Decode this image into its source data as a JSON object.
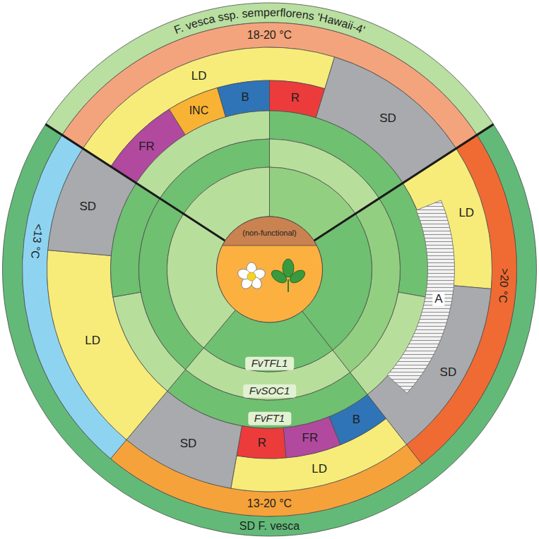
{
  "diagram": {
    "nodes": [
      {
        "text": [
          "F. vesca ssp. semperflorens 'Hawaii-4'"
        ]
      },
      {
        "text": [
          "SD F. vesca"
        ]
      },
      {
        "text": [
          "18-20 °C"
        ]
      },
      {
        "text": [
          ">20 °C"
        ]
      },
      {
        "text": [
          "13-20 °C"
        ]
      },
      {
        "text": [
          "<13 °C"
        ]
      },
      {
        "text": [
          "LD"
        ]
      },
      {
        "text": [
          "FR"
        ]
      },
      {
        "text": [
          "INC"
        ]
      },
      {
        "text": [
          "B"
        ]
      },
      {
        "text": [
          "R"
        ]
      },
      {
        "text": [
          "SD"
        ]
      },
      {
        "text": [
          "LD"
        ]
      },
      {
        "text": [
          "A"
        ]
      },
      {
        "text": [
          "SD"
        ]
      },
      {
        "text": [
          "LD"
        ]
      },
      {
        "text": [
          "B"
        ]
      },
      {
        "text": [
          "FR"
        ]
      },
      {
        "text": [
          "R"
        ]
      },
      {
        "text": [
          "SD"
        ]
      },
      {
        "text": [
          "SD"
        ]
      },
      {
        "text": [
          "LD"
        ]
      },
      {
        "text": [
          "(non-functional)"
        ]
      },
      {
        "text": [
          "FvTFL1"
        ]
      },
      {
        "text": [
          "FvSOC1"
        ]
      },
      {
        "text": [
          "FvFT1"
        ]
      }
    ]
  }
}
